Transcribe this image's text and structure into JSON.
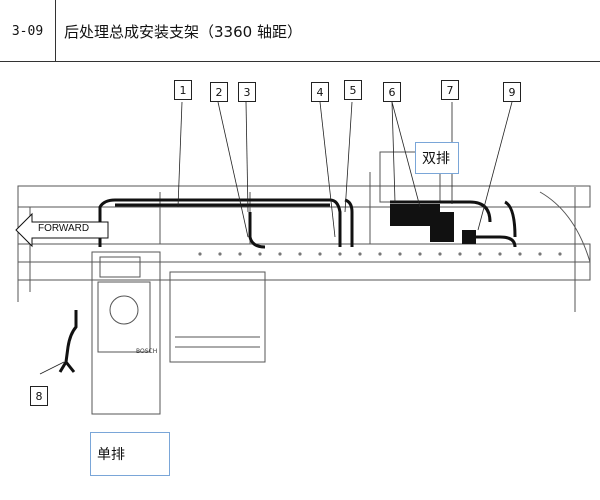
{
  "header": {
    "code": "3-09",
    "title": "后处理总成安装支架（3360 轴距）"
  },
  "drawing": {
    "forward_label": "FORWARD",
    "label_double": "双排",
    "label_single": "单排",
    "callouts": [
      {
        "id": "c1",
        "text": "1"
      },
      {
        "id": "c2",
        "text": "2"
      },
      {
        "id": "c3",
        "text": "3"
      },
      {
        "id": "c4",
        "text": "4"
      },
      {
        "id": "c5",
        "text": "5"
      },
      {
        "id": "c6",
        "text": "6"
      },
      {
        "id": "c7",
        "text": "7"
      },
      {
        "id": "c9",
        "text": "9"
      },
      {
        "id": "c8",
        "text": "8"
      }
    ],
    "logo_text": "BOSCH"
  }
}
